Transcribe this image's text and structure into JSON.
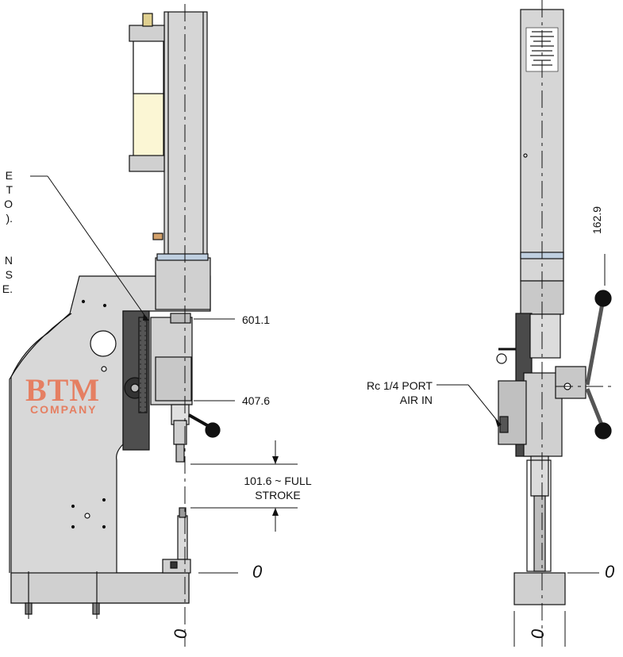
{
  "brand": {
    "logo_text": "BTM",
    "logo_sub": "COMPANY",
    "logo_color": "#e57f62"
  },
  "annotations": {
    "cut_note_line1": "E",
    "cut_note_line2": "T",
    "cut_note_line3": "O",
    "cut_note_line4": ").",
    "cut_note_line5": "N",
    "cut_note_line6": "S",
    "cut_note_line7": "E."
  },
  "dimensions": {
    "top_height": "601.1",
    "mid_height": "407.6",
    "stroke_line1": "101.6 ~ FULL",
    "stroke_line2": "STROKE",
    "right_dim": "162.9",
    "baseline_left": "0",
    "baseline_left_vertical": "0",
    "baseline_right": "0",
    "baseline_right_vertical": "0"
  },
  "port_label": {
    "line1": "Rc 1/4 PORT",
    "line2": "AIR IN"
  },
  "colors": {
    "body_gray": "#d4d4d4",
    "dark_gray": "#4a4a4a",
    "cylinder_yellow": "#fbf6d4",
    "line": "#111111"
  }
}
